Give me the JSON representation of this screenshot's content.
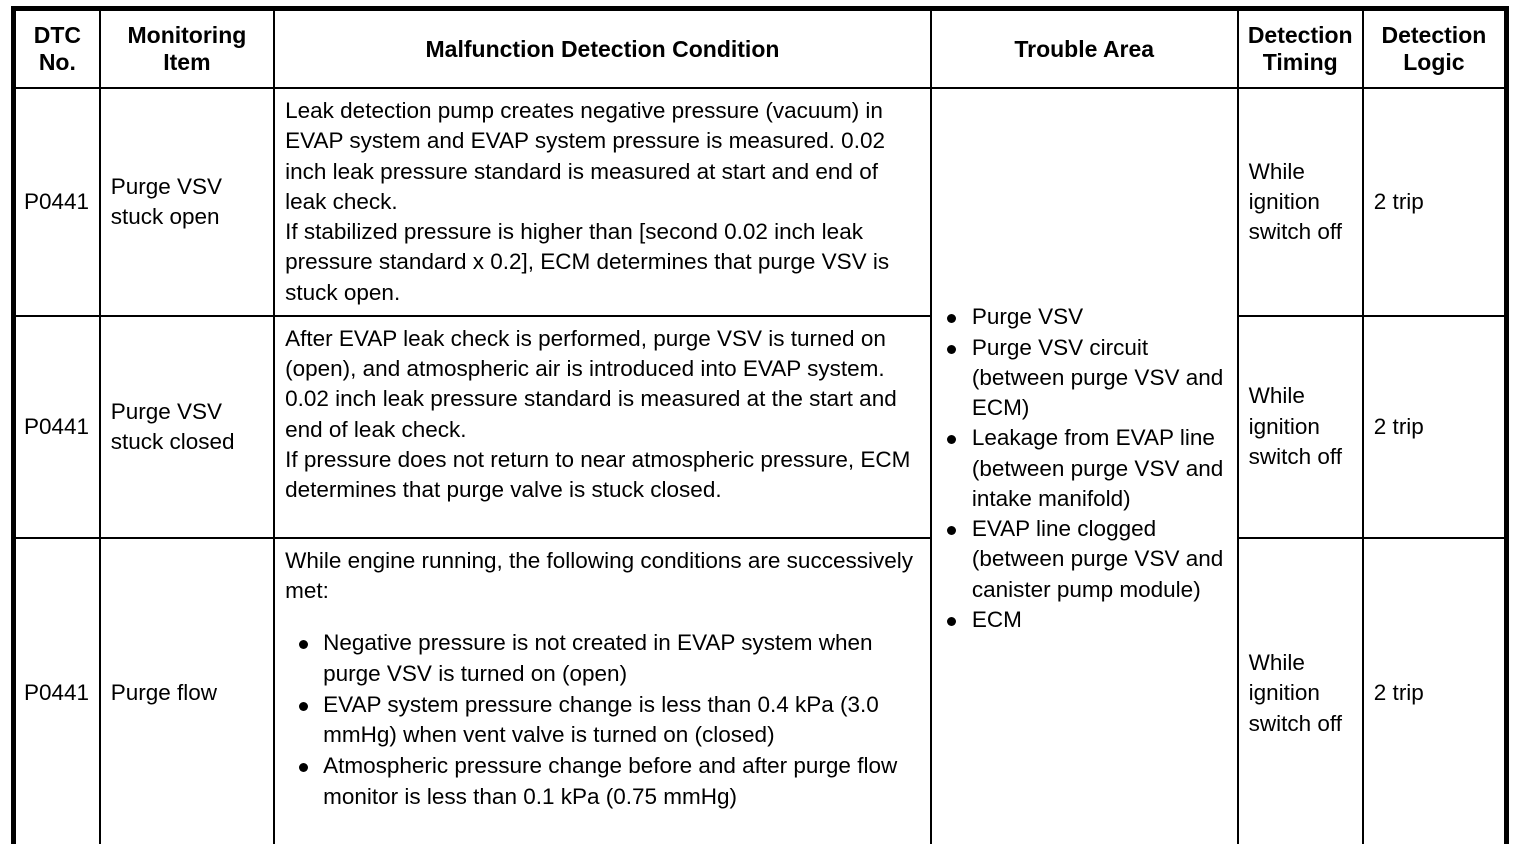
{
  "table": {
    "columns": [
      {
        "id": "dtc_no",
        "label_lines": [
          "DTC",
          "No."
        ]
      },
      {
        "id": "monitoring",
        "label_lines": [
          "Monitoring",
          "Item"
        ]
      },
      {
        "id": "condition",
        "label_lines": [
          "Malfunction Detection Condition"
        ]
      },
      {
        "id": "trouble_area",
        "label_lines": [
          "Trouble Area"
        ]
      },
      {
        "id": "detect_timing",
        "label_lines": [
          "Detection",
          "Timing"
        ]
      },
      {
        "id": "detect_logic",
        "label_lines": [
          "Detection",
          "Logic"
        ]
      }
    ],
    "rows": [
      {
        "dtc_no": "P0441",
        "monitoring_item": "Purge VSV stuck open",
        "condition_paragraphs": [
          "Leak detection pump creates negative pressure (vacuum) in EVAP system and EVAP system pressure is measured. 0.02 inch leak pressure standard is measured at start and end of leak check.",
          "If stabilized pressure is higher than [second 0.02 inch leak pressure standard x 0.2], ECM determines that purge VSV is stuck open."
        ],
        "condition_bullets": [],
        "detection_timing": "While ignition switch off",
        "detection_logic": "2 trip"
      },
      {
        "dtc_no": "P0441",
        "monitoring_item": "Purge VSV stuck closed",
        "condition_paragraphs": [
          "After EVAP leak check is performed, purge VSV is turned on (open), and atmospheric air is introduced into EVAP system. 0.02 inch leak pressure standard is measured at the start and end of leak check.",
          "If pressure does not return to near atmospheric pressure, ECM determines that purge valve is stuck closed."
        ],
        "condition_bullets": [],
        "detection_timing": "While ignition switch off",
        "detection_logic": "2 trip"
      },
      {
        "dtc_no": "P0441",
        "monitoring_item": "Purge flow",
        "condition_paragraphs": [
          "While engine running, the following conditions are successively met:"
        ],
        "condition_bullets": [
          "Negative pressure is not created in EVAP system when purge VSV is turned on (open)",
          "EVAP system pressure change is less than 0.4 kPa (3.0 mmHg) when vent valve is turned on (closed)",
          "Atmospheric pressure change before and after purge flow monitor is less than 0.1 kPa (0.75 mmHg)"
        ],
        "detection_timing": "While ignition switch off",
        "detection_logic": "2 trip"
      }
    ],
    "trouble_area_bullets": [
      "Purge VSV",
      "Purge VSV circuit (between purge VSV and ECM)",
      "Leakage from EVAP line (between purge VSV and intake manifold)",
      "EVAP line clogged (between purge VSV and canister pump module)",
      "ECM"
    ]
  },
  "colors": {
    "text": "#000000",
    "background": "#ffffff",
    "border": "#000000"
  }
}
